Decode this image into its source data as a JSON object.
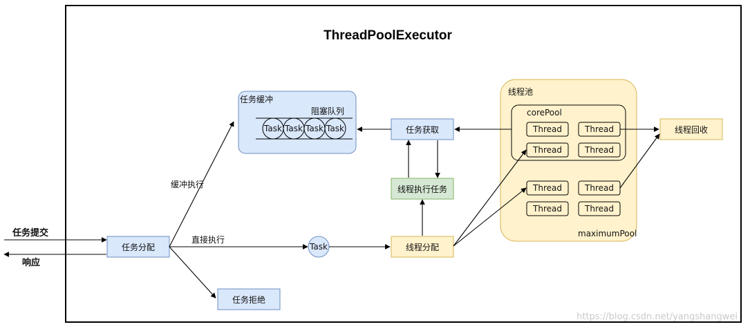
{
  "title": "ThreadPoolExecutor",
  "inputs": {
    "submit": "任务提交",
    "response": "响应"
  },
  "nodes": {
    "dispatch": "任务分配",
    "buffer": "任务缓冲",
    "blocking_queue": "阻塞队列",
    "queue_tasks": [
      "Task",
      "Task",
      "Task",
      "Task"
    ],
    "reject": "任务拒绝",
    "direct_task": "Task",
    "fetch": "任务获取",
    "execute": "线程执行任务",
    "thread_alloc": "线程分配",
    "pool": "线程池",
    "core_pool": "corePool",
    "max_pool": "maximumPool",
    "threads": [
      "Thread",
      "Thread",
      "Thread",
      "Thread",
      "Thread",
      "Thread",
      "Thread",
      "Thread"
    ],
    "recycle": "线程回收"
  },
  "edge_labels": {
    "buffer_exec": "缓冲执行",
    "direct_exec": "直接执行"
  },
  "watermark": "https://blog.csdn.net/yangshangwei",
  "colors": {
    "blue_fill": "#dae8fc",
    "blue_stroke": "#6c8ebf",
    "yellow_fill": "#fff2cc",
    "yellow_stroke": "#d6b656",
    "green_fill": "#d5e8d4",
    "green_stroke": "#82b366"
  }
}
